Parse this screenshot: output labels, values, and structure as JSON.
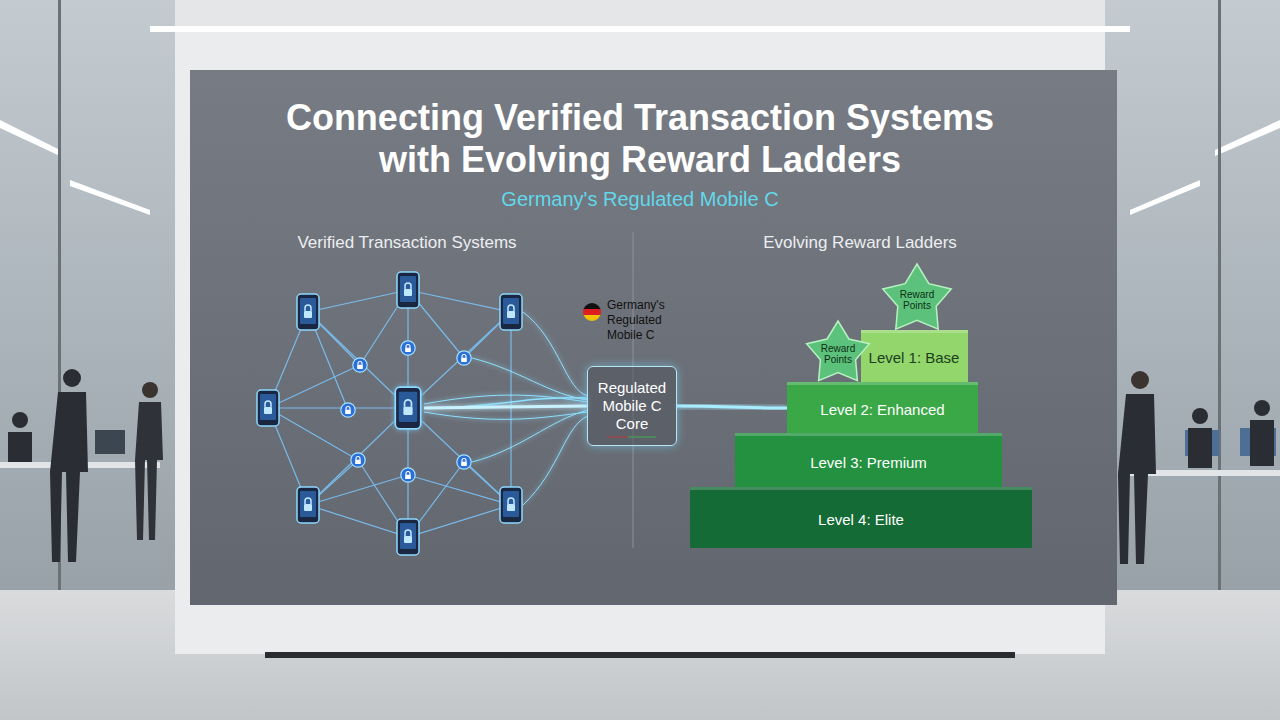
{
  "diagram": {
    "title": "Connecting Verified Transaction Systems with Evolving Reward Ladders",
    "nodes": [
      {
        "text": [
          "Regulated Mobile C Core"
        ]
      },
      {
        "text": [
          "Reward Points"
        ]
      },
      {
        "text": [
          "Reward Points"
        ]
      },
      {
        "text": [
          "Level 1: Base"
        ]
      },
      {
        "text": [
          "Level 2: Enhanced"
        ]
      },
      {
        "text": [
          "Level 3: Premium"
        ]
      },
      {
        "text": [
          "Level 4: Elite"
        ]
      }
    ],
    "edges": [
      {
        "from": 0,
        "to": 4,
        "arrow": "none"
      }
    ],
    "labels": [
      "Germany's Regulated Mobile C",
      "Verified Transaction Systems",
      "Evolving Reward Ladders",
      "Germany's Regulated Mobile C"
    ]
  }
}
